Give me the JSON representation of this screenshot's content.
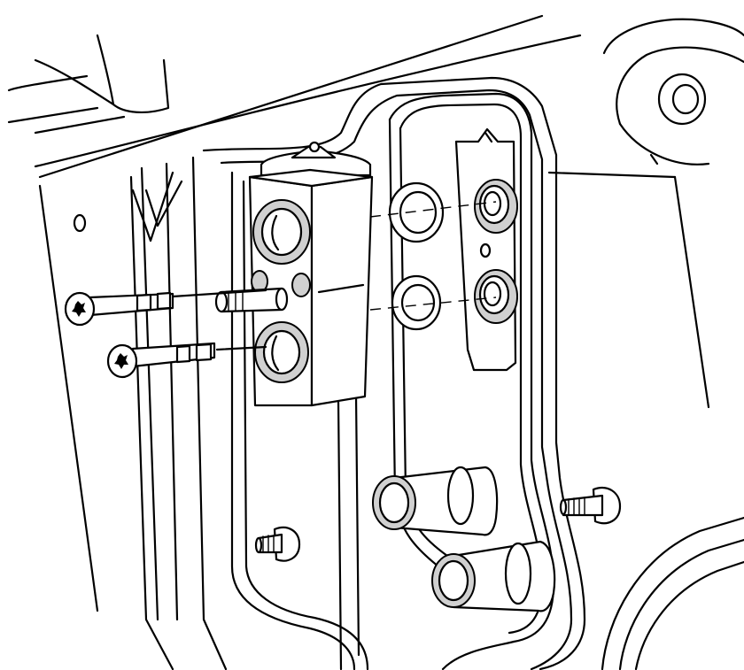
{
  "figure": {
    "background_color": "#ffffff",
    "line_color": "#000000",
    "shade_color": "#d0d0d0",
    "parts": [
      "hvac-module-housing",
      "evaporator-tube-flange",
      "expansion-valve",
      "o-ring-seal-upper",
      "o-ring-seal-lower",
      "torx-bolt-upper",
      "torx-bolt-lower",
      "heater-core-pipe-upper",
      "heater-core-pipe-lower",
      "mounting-stud-left",
      "mounting-stud-right"
    ]
  }
}
